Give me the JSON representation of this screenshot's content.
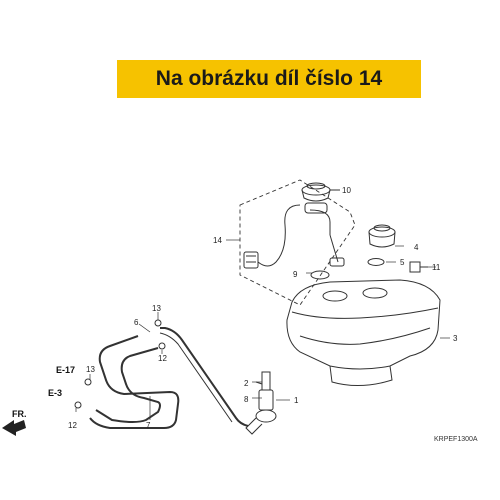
{
  "banner": {
    "text": "Na obrázku díl číslo 14"
  },
  "callouts": {
    "p1": "1",
    "p2": "2",
    "p3": "3",
    "p4": "4",
    "p5": "5",
    "p6": "6",
    "p7": "7",
    "p8": "8",
    "p9": "9",
    "p10": "10",
    "p11": "11",
    "p12a": "12",
    "p12b": "12",
    "p13a": "13",
    "p13b": "13",
    "p14": "14"
  },
  "refs": {
    "e17": "E-17",
    "e3": "E-3"
  },
  "front_marker": "FR.",
  "diagram_code": "KRPEF1300A",
  "colors": {
    "banner": "#f6c200",
    "line": "#333333"
  }
}
